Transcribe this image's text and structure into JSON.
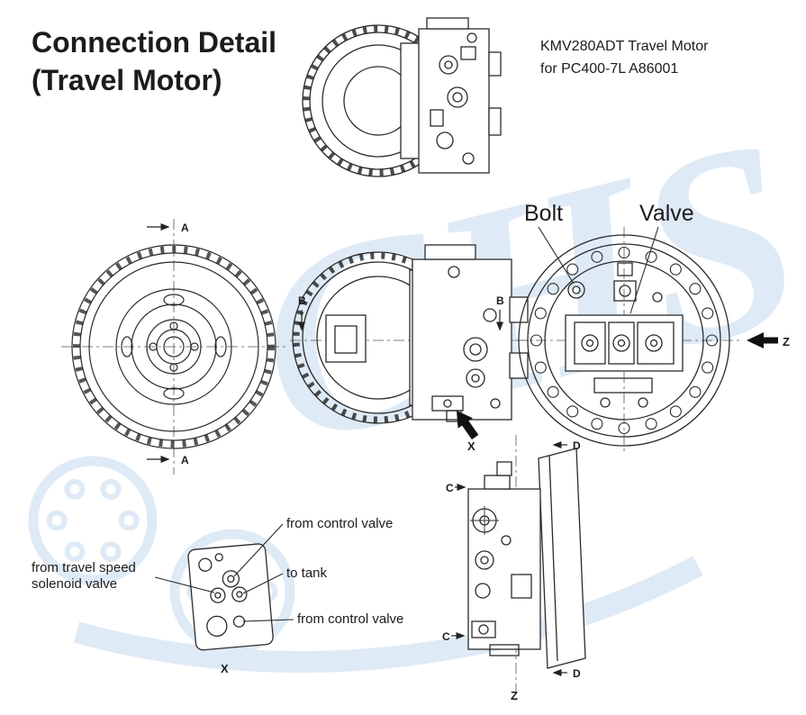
{
  "title": {
    "line1": "Connection Detail",
    "line2": "(Travel Motor)"
  },
  "subtitle": {
    "line1": "KMV280ADT Travel Motor",
    "line2": "for PC400-7L A86001"
  },
  "callouts": {
    "bolt": "Bolt",
    "valve": "Valve"
  },
  "sections": {
    "a": "A",
    "b": "B",
    "c": "C",
    "d": "D"
  },
  "views": {
    "x": "X",
    "z": "Z"
  },
  "ports": {
    "from_control_valve_top": "from control valve",
    "to_tank": "to tank",
    "solenoid_line1": "from travel speed",
    "solenoid_line2": "solenoid valve",
    "from_control_valve_bottom": "from control valve"
  },
  "watermark": {
    "text": "CHS"
  },
  "colors": {
    "line": "#2b2b2b",
    "text": "#1c1c1c",
    "watermark": "#bcd4ec",
    "background": "#ffffff"
  }
}
